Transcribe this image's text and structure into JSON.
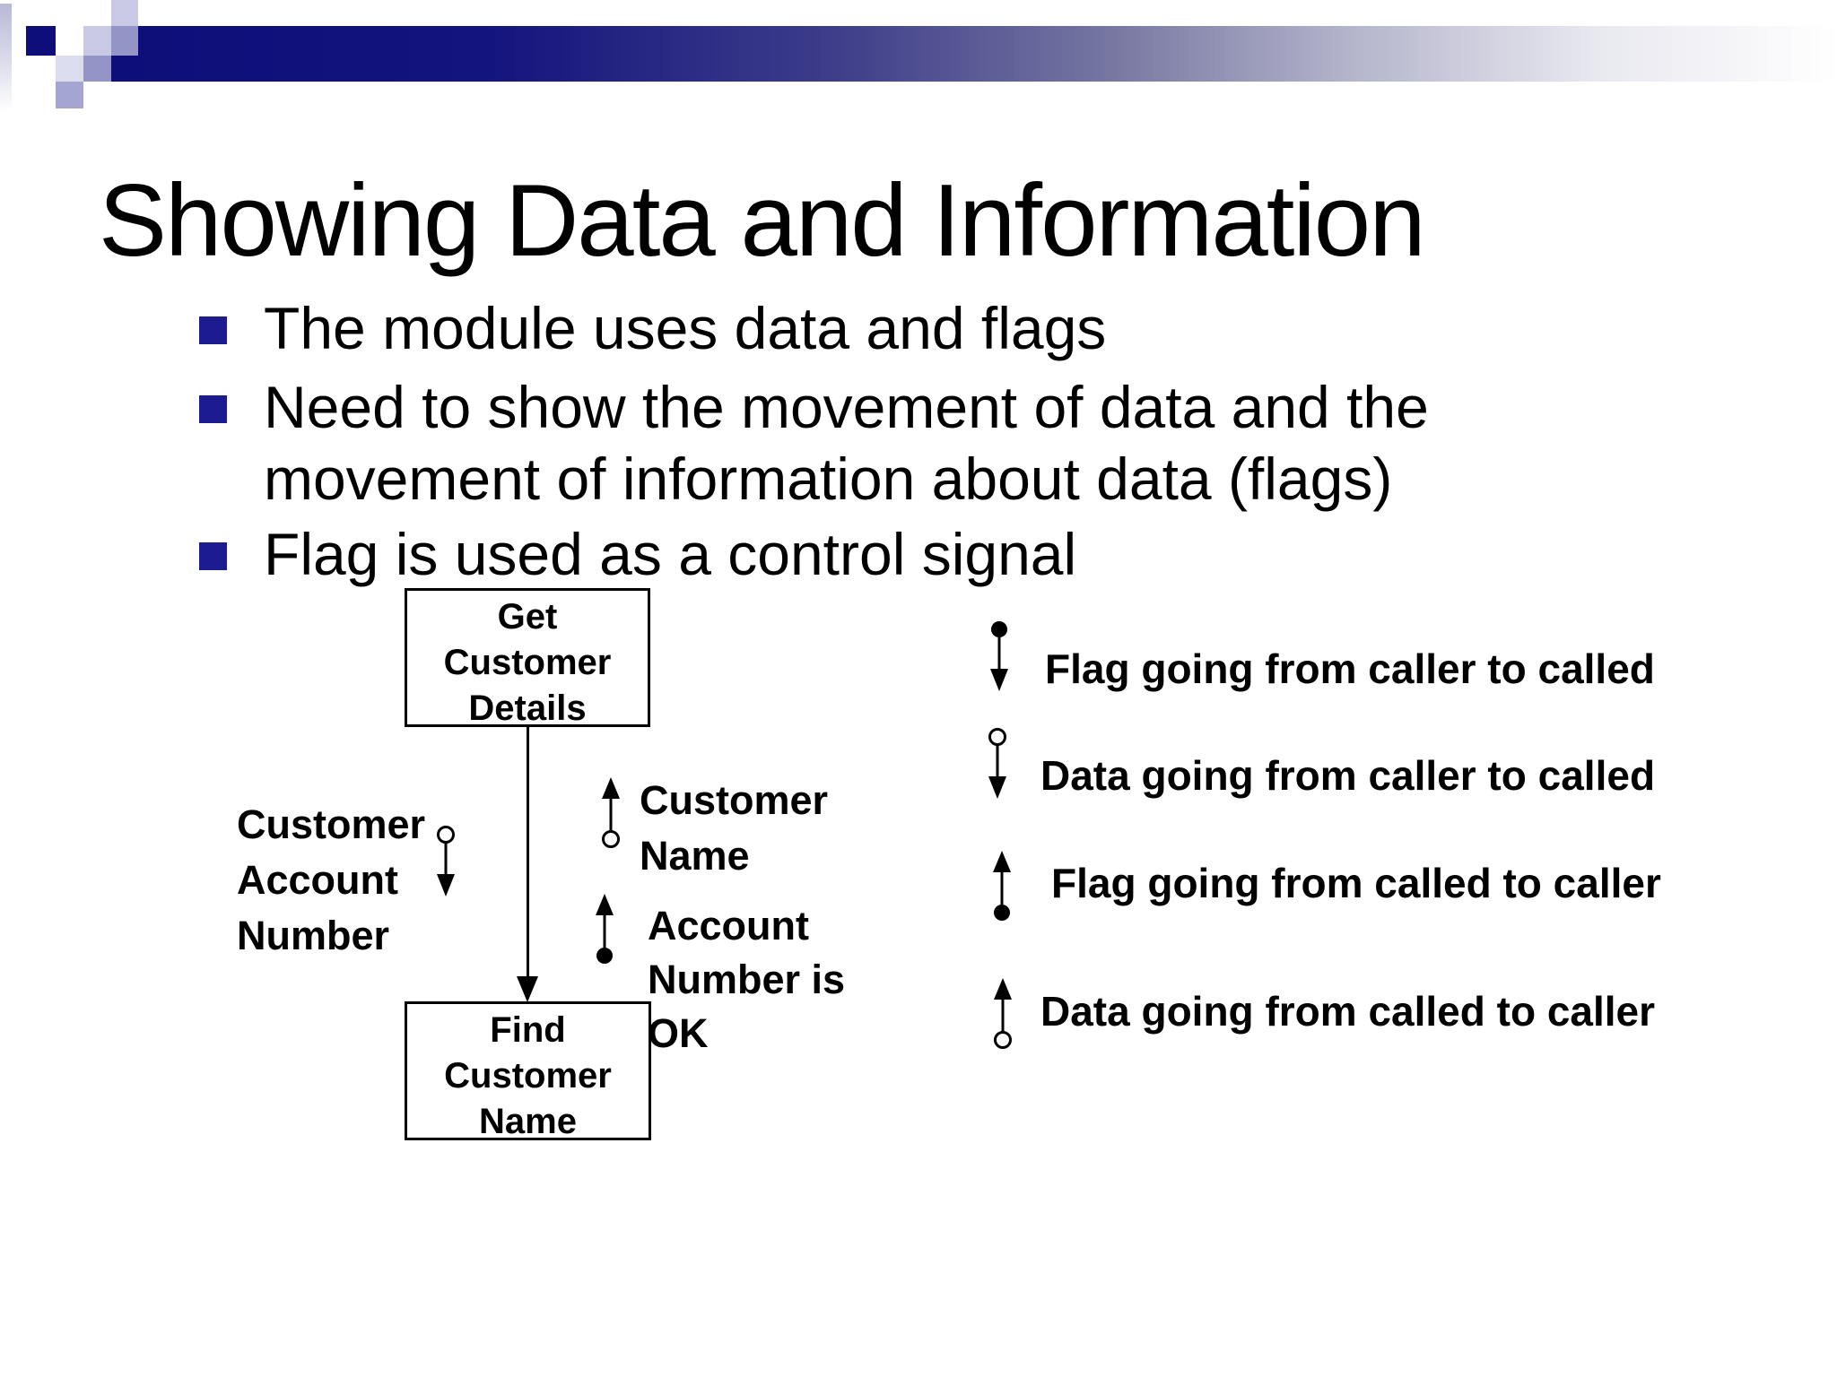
{
  "slide": {
    "title": "Showing Data and Information",
    "bullets": [
      {
        "lines": [
          "The module uses data and flags"
        ]
      },
      {
        "lines": [
          "Need to show the movement of data and the",
          "movement of information about data (flags)"
        ]
      },
      {
        "lines": [
          "Flag is used as a control signal"
        ]
      }
    ]
  },
  "diagram": {
    "module_top": {
      "lines": [
        "Get",
        "Customer",
        "Details"
      ]
    },
    "module_bottom": {
      "lines": [
        "Find",
        "Customer",
        "Name"
      ]
    },
    "labels": {
      "left": {
        "lines": [
          "Customer",
          "Account",
          "Number"
        ]
      },
      "right_top": {
        "lines": [
          "Customer",
          "Name"
        ]
      },
      "right_bottom": {
        "lines": [
          "Account",
          "Number is",
          "OK"
        ]
      }
    }
  },
  "legend": {
    "items": [
      {
        "icon": "flag-caller-to-called-icon",
        "label": "Flag going from caller to called"
      },
      {
        "icon": "data-caller-to-called-icon",
        "label": "Data going from caller to called"
      },
      {
        "icon": "flag-called-to-caller-icon",
        "label": "Flag going from called to caller"
      },
      {
        "icon": "data-called-to-caller-icon",
        "label": "Data going from called to caller"
      }
    ]
  },
  "theme": {
    "bar_navy": "#0e0e7a",
    "bullet_navy": "#1c1c90",
    "deco_light": "#c9c9e5",
    "deco_medium": "#9494c6",
    "deco_midlight": "#a5a5d2",
    "deco_pale": "#dcdcef",
    "text": "#000000"
  }
}
